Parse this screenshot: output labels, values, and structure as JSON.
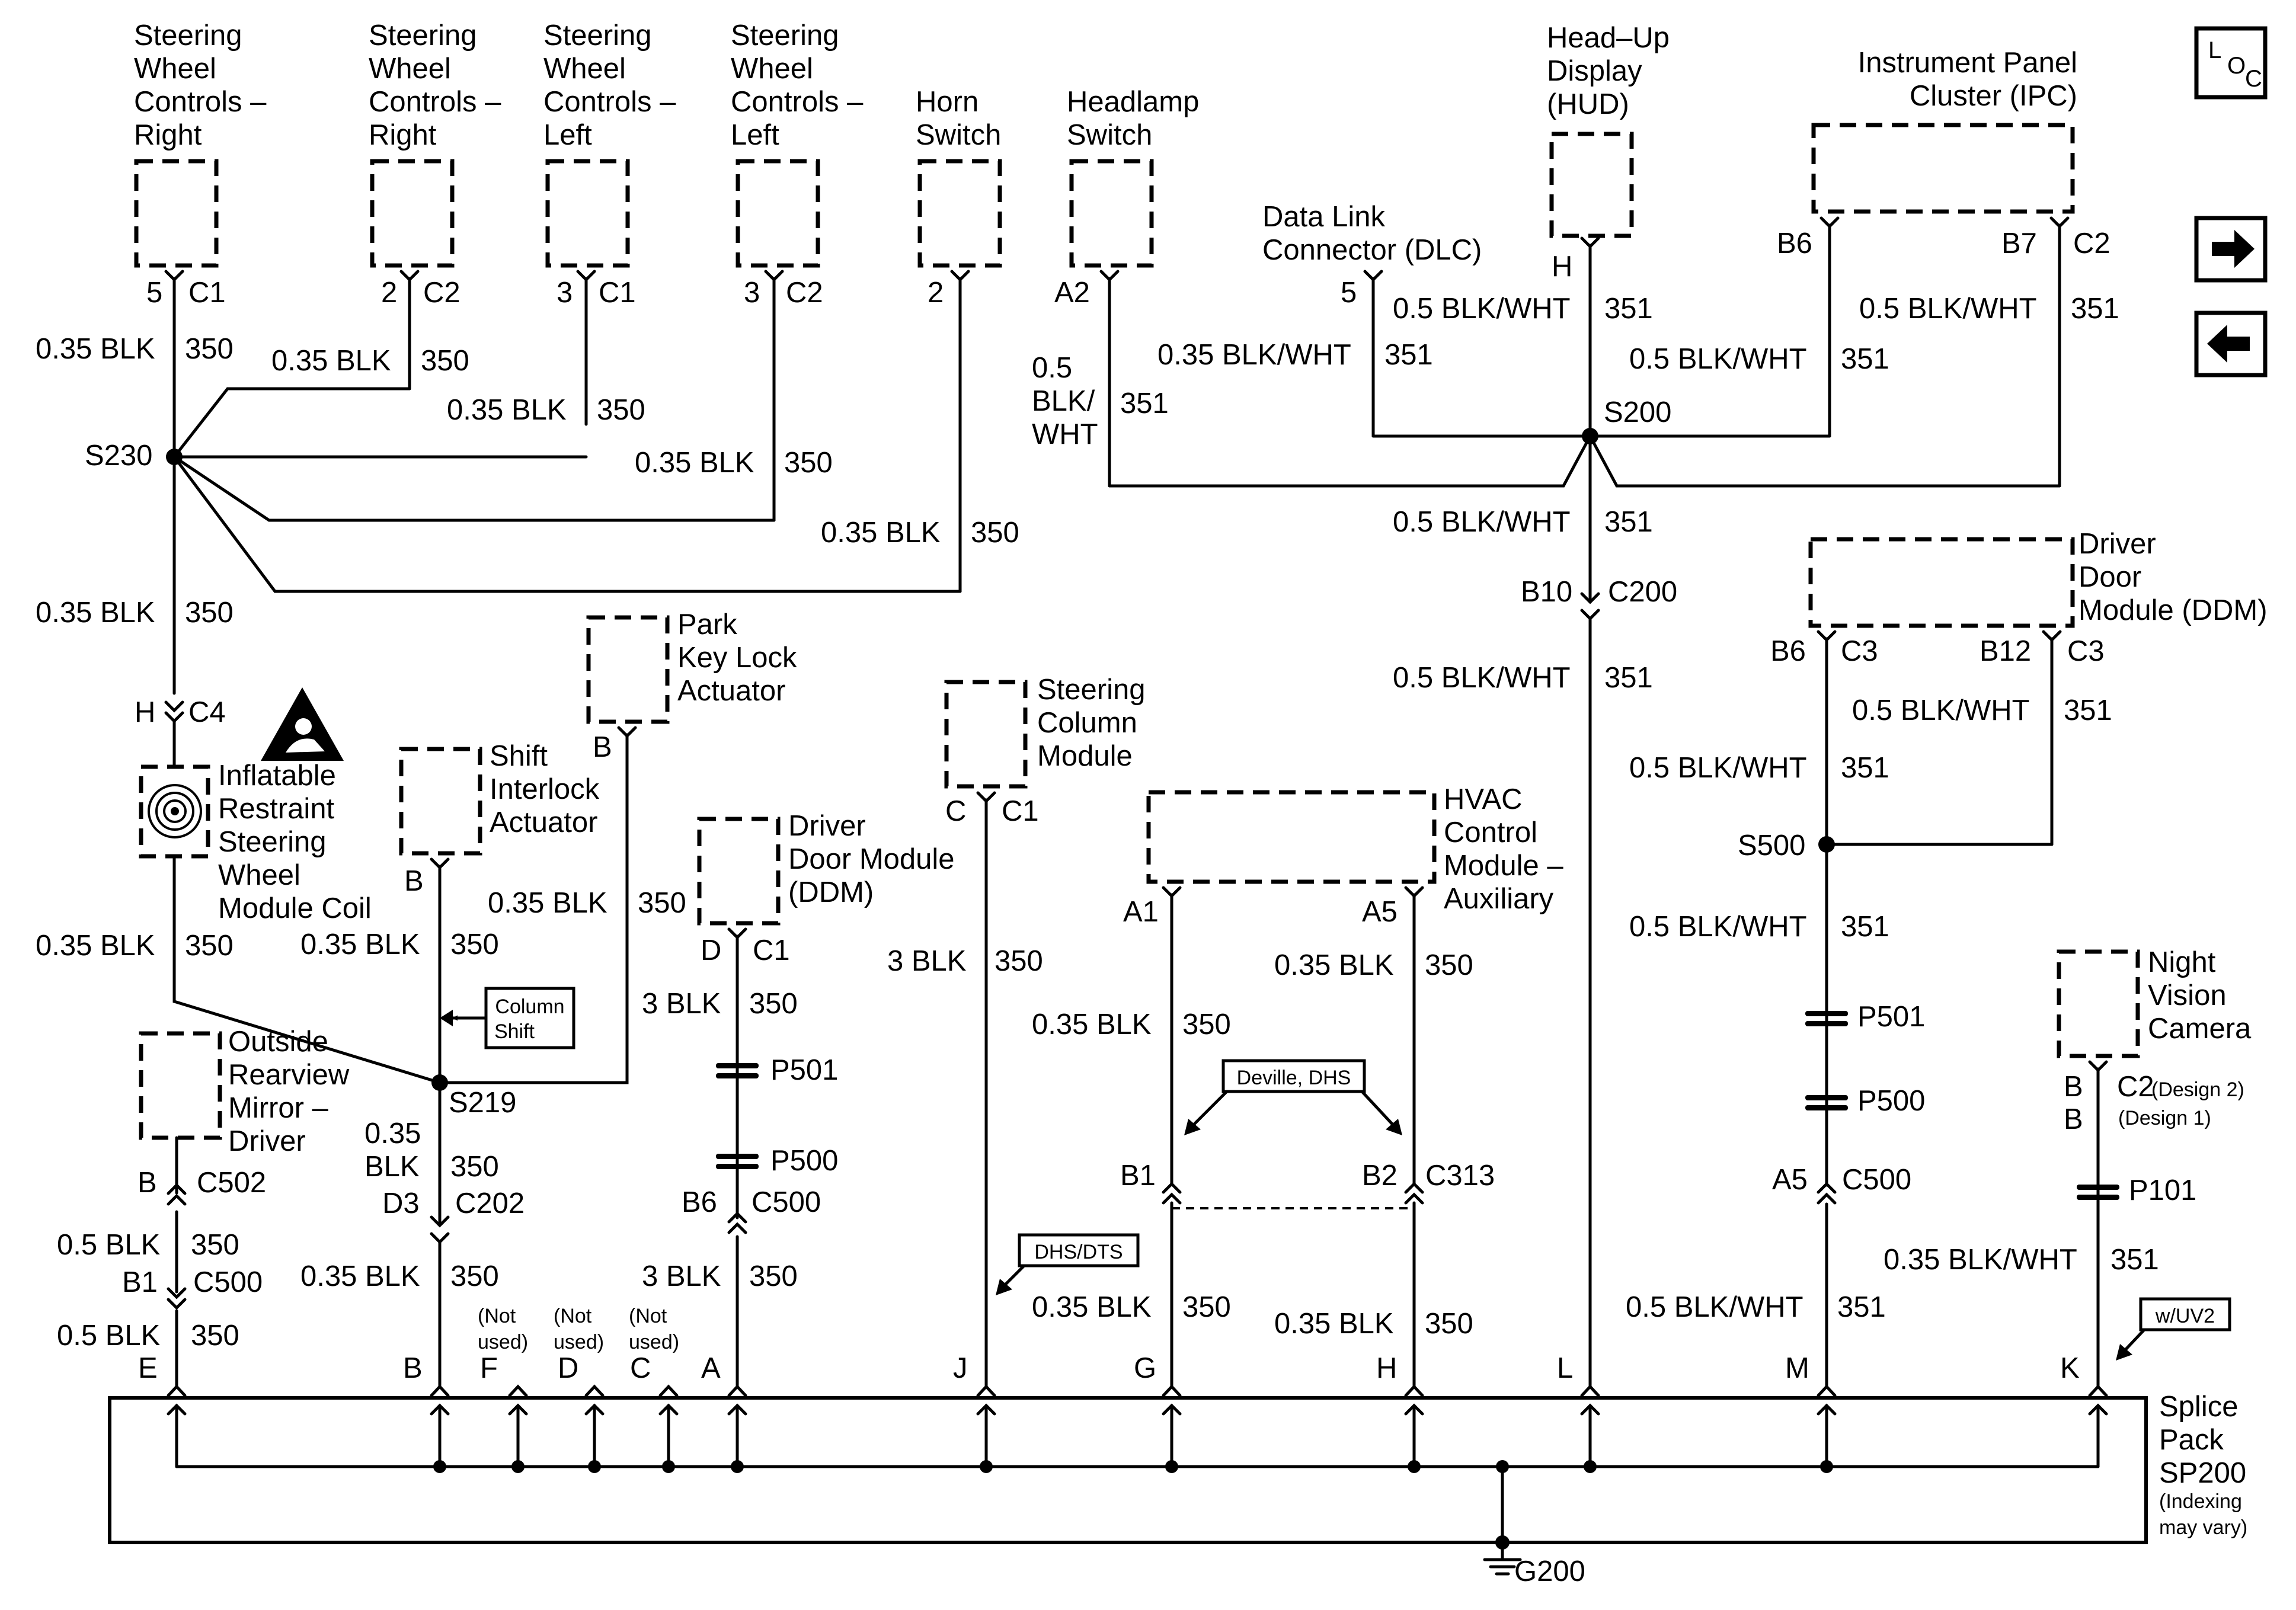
{
  "components": [
    {
      "id": "swc_right_c1",
      "lines": [
        "Steering",
        "Wheel",
        "Controls –",
        "Right"
      ]
    },
    {
      "id": "swc_right_c2",
      "lines": [
        "Steering",
        "Wheel",
        "Controls –",
        "Right"
      ]
    },
    {
      "id": "swc_left_c1",
      "lines": [
        "Steering",
        "Wheel",
        "Controls –",
        "Left"
      ]
    },
    {
      "id": "swc_left_c2",
      "lines": [
        "Steering",
        "Wheel",
        "Controls –",
        "Left"
      ]
    },
    {
      "id": "horn_switch",
      "lines": [
        "Horn",
        "Switch"
      ]
    },
    {
      "id": "headlamp_switch",
      "lines": [
        "Headlamp",
        "Switch"
      ]
    },
    {
      "id": "dlc",
      "lines": [
        "Data Link",
        "Connector (DLC)"
      ]
    },
    {
      "id": "hud",
      "lines": [
        "Head–Up",
        "Display",
        "(HUD)"
      ]
    },
    {
      "id": "ipc",
      "lines": [
        "Instrument Panel",
        "Cluster (IPC)"
      ]
    },
    {
      "id": "park_key_lock",
      "lines": [
        "Park",
        "Key Lock",
        "Actuator"
      ]
    },
    {
      "id": "inflatable_restraint",
      "lines": [
        "Inflatable",
        "Restraint",
        "Steering",
        "Wheel",
        "Module Coil"
      ]
    },
    {
      "id": "shift_interlock",
      "lines": [
        "Shift",
        "Interlock",
        "Actuator"
      ]
    },
    {
      "id": "ddm_left",
      "lines": [
        "Driver",
        "Door Module",
        "(DDM)"
      ]
    },
    {
      "id": "steering_column_module",
      "lines": [
        "Steering",
        "Column",
        "Module"
      ]
    },
    {
      "id": "hvac_aux",
      "lines": [
        "HVAC",
        "Control",
        "Module –",
        "Auxiliary"
      ]
    },
    {
      "id": "ddm_right",
      "lines": [
        "Driver",
        "Door",
        "Module (DDM)"
      ]
    },
    {
      "id": "outside_mirror",
      "lines": [
        "Outside",
        "Rearview",
        "Mirror –",
        "Driver"
      ]
    },
    {
      "id": "night_vision",
      "lines": [
        "Night",
        "Vision",
        "Camera"
      ]
    },
    {
      "id": "splice_pack",
      "lines": [
        "Splice",
        "Pack",
        "SP200"
      ],
      "note": [
        "(Indexing",
        "may vary)"
      ]
    }
  ],
  "labels": {
    "loc_icon": [
      "L",
      "O",
      "C"
    ],
    "ground": "G200",
    "column_shift": [
      "Column",
      "Shift"
    ],
    "deville_dhs": "Deville, DHS",
    "dhs_dts": "DHS/DTS",
    "w_uv2": "w/UV2",
    "design2": "(Design 2)",
    "design1": "(Design 1)",
    "not_used": [
      "(Not",
      "used)"
    ]
  },
  "splices": {
    "s230": "S230",
    "s200": "S200",
    "s219": "S219",
    "s500": "S500"
  },
  "connectors": {
    "p501": "P501",
    "p500": "P500",
    "p101": "P101",
    "c4": "C4",
    "c200": "C200",
    "c202": "C202",
    "c500": "C500",
    "c502": "C502",
    "c313": "C313",
    "c1": "C1",
    "c2": "C2",
    "c3": "C3"
  },
  "pins": {
    "swc1_pin": "5",
    "swc2_pin": "2",
    "swc3_pin": "3",
    "swc4_pin": "3",
    "horn_pin": "2",
    "headlamp_pin": "A2",
    "dlc_pin": "5",
    "hud_pin": "H",
    "ipc_b6": "B6",
    "ipc_b7": "B7",
    "c200_b10": "B10",
    "ddm_b6": "B6",
    "ddm_b12": "B12",
    "c4_h": "H",
    "park_b": "B",
    "shift_b": "B",
    "ddm_d": "D",
    "scm_c": "C",
    "hvac_a1": "A1",
    "hvac_a5": "A5",
    "c502_b": "B",
    "c500_b1": "B1",
    "c202_d3": "D3",
    "c500_b6": "B6",
    "c313_b1": "B1",
    "c313_b2": "B2",
    "c500_a5": "A5",
    "nv_b_d2": "B",
    "nv_b_d1": "B",
    "sp_e": "E",
    "sp_b": "B",
    "sp_f": "F",
    "sp_d": "D",
    "sp_c": "C",
    "sp_a": "A",
    "sp_j": "J",
    "sp_g": "G",
    "sp_h": "H",
    "sp_l": "L",
    "sp_m": "M",
    "sp_k": "K"
  },
  "wires": {
    "blk035": "0.35 BLK",
    "blk05": "0.5 BLK",
    "blk3": "3 BLK",
    "bw035": "0.35 BLK/WHT",
    "bw05": "0.5 BLK/WHT",
    "bw05_stack": [
      "0.5",
      "BLK/",
      "WHT"
    ],
    "blk035_stack": [
      "0.35",
      "BLK"
    ],
    "c350": "350",
    "c351": "351"
  },
  "colors": {
    "ink": "#000000",
    "paper": "#ffffff"
  },
  "icons": [
    "loc-icon",
    "arrow-right-icon",
    "arrow-left-icon",
    "airbag-warning-icon",
    "clockspring-icon",
    "ground-icon"
  ]
}
